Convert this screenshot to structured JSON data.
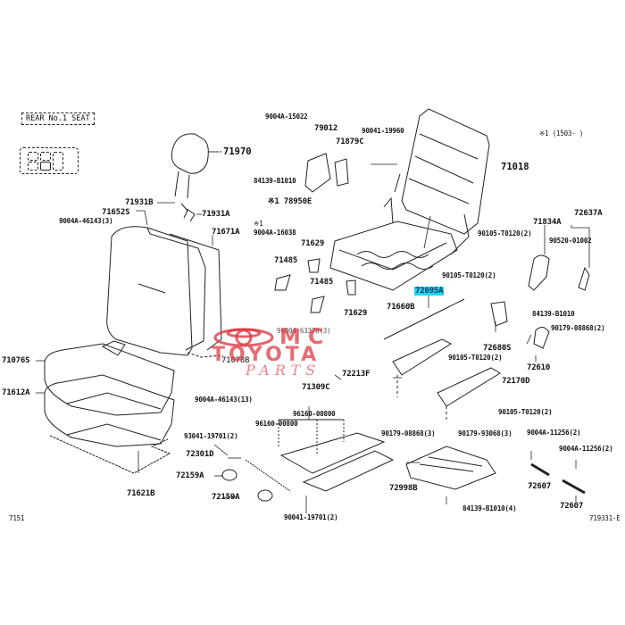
{
  "diagram": {
    "title": "REAR No.1 SEAT",
    "note": "※1 (1503-     )",
    "page_ref_left": "7151",
    "page_ref_right": "719331-E",
    "highlight_color": "#22d3ee",
    "parts": {
      "p71970": "71970",
      "p71931B": "71931B",
      "p71931A": "71931A",
      "p71652S": "71652S",
      "p9004A_46143_3": "9004A-46143(3)",
      "p71671A": "71671A",
      "p9004A_15022": "9004A-15022",
      "p79012": "79012",
      "p71879C": "71879C",
      "p84139_B1010_top": "84139-B1010",
      "p78950E": "※1 78950E",
      "p9004A_16038_mark": "※1",
      "p9004A_16038": "9004A-16038",
      "p90041_19960": "90041-19960",
      "p71018": "71018",
      "p71629_a": "71629",
      "p71485_a": "71485",
      "p71485_b": "71485",
      "p71629_b": "71629",
      "p71660B": "71660B",
      "p72695A": "72695A",
      "p90105_T0120_a": "90105-T0120(2)",
      "p90105_T0120_b": "90105-T0120(2)",
      "p71834A": "71834A",
      "p72637A": "72637A",
      "p90520_01002": "90520-01002",
      "p84139_B1010_right": "84139-B1010",
      "p72680S": "72680S",
      "p90179_08868_2": "90179-08868(2)",
      "p72610": "72610",
      "p90105_T0120_c": "90105-T0120(2)",
      "p72170D": "72170D",
      "p90105_T0120_d": "90105-T0120(2)",
      "p90904_63370": "90904-63370(3)",
      "p71076S": "71076S",
      "p71078B": "71078B",
      "p72213F": "72213F",
      "p71612A": "71612A",
      "p71621B": "71621B",
      "p71309C": "71309C",
      "p9004A_46143_13": "9004A-46143(13)",
      "p96160_00800_a": "96160-00800",
      "p96160_00800_b": "96160-00800",
      "p93041_19701": "93041-19701(2)",
      "p72301D": "72301D",
      "p72159A_a": "72159A",
      "p72159A_b": "72159A",
      "p90041_19701": "90041-19701(2)",
      "p90179_08868_3": "90179-08868(3)",
      "p90179_93068_3": "90179-93068(3)",
      "p9004A_11256_a": "9004A-11256(2)",
      "p9004A_11256_b": "9004A-11256(2)",
      "p72998B": "72998B",
      "p84139_B1010_4": "84139-B1010(4)",
      "p72607_a": "72607",
      "p72607_b": "72607"
    }
  },
  "watermark": {
    "line1": "MC",
    "line2": "TOYOTA",
    "line3": "PARTS",
    "color": "#dc3c46"
  }
}
